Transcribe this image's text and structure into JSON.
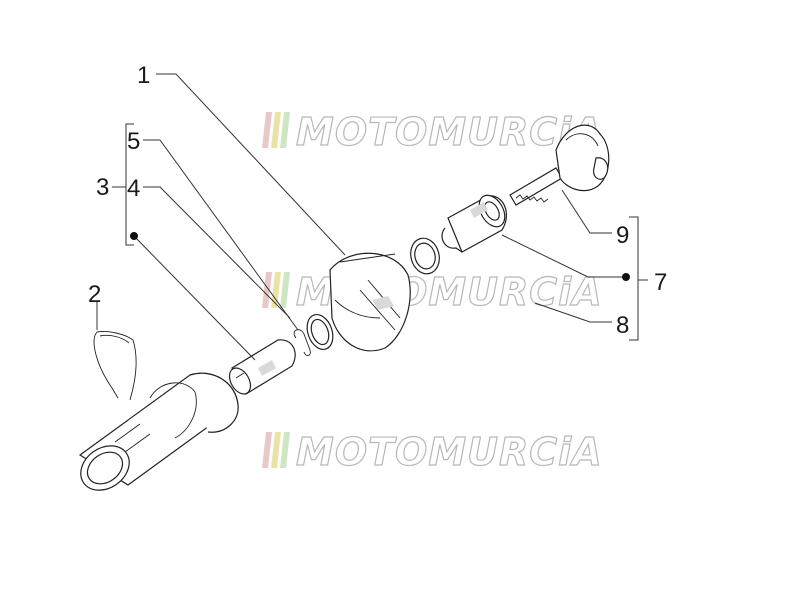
{
  "watermark": {
    "text": "MOTOMURCiA",
    "stripe_colors": [
      "#e9c8c8",
      "#ece2a6",
      "#cfe6c4"
    ]
  },
  "callouts": [
    {
      "id": "1",
      "text": "1"
    },
    {
      "id": "2",
      "text": "2"
    },
    {
      "id": "3",
      "text": "3"
    },
    {
      "id": "4",
      "text": "4"
    },
    {
      "id": "5",
      "text": "5"
    },
    {
      "id": "7",
      "text": "7"
    },
    {
      "id": "8",
      "text": "8"
    },
    {
      "id": "9",
      "text": "9"
    }
  ]
}
